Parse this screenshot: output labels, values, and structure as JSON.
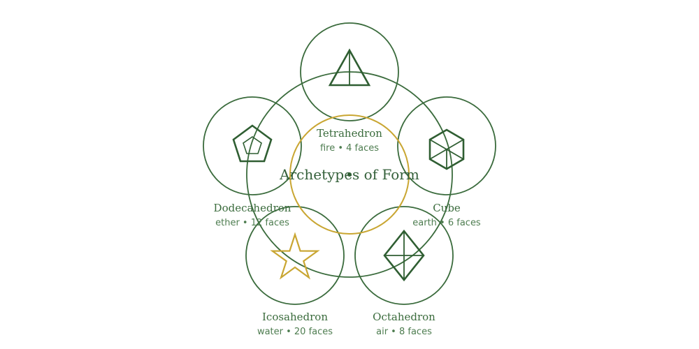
{
  "title": "Archetypes of Form",
  "colors": {
    "green": "#3a6b3c",
    "dark_green": "#2f5e32",
    "gold": "#c9a632"
  },
  "solids": [
    {
      "name": "Tetrahedron",
      "sub": "fire • 4 faces",
      "icon": "triangle-icon"
    },
    {
      "name": "Cube",
      "sub": "earth • 6 faces",
      "icon": "cube-icon"
    },
    {
      "name": "Octahedron",
      "sub": "air • 8 faces",
      "icon": "octahedron-icon"
    },
    {
      "name": "Icosahedron",
      "sub": "water • 20 faces",
      "icon": "star-icon"
    },
    {
      "name": "Dodecahedron",
      "sub": "ether • 12 faces",
      "icon": "pentagon-icon"
    }
  ]
}
